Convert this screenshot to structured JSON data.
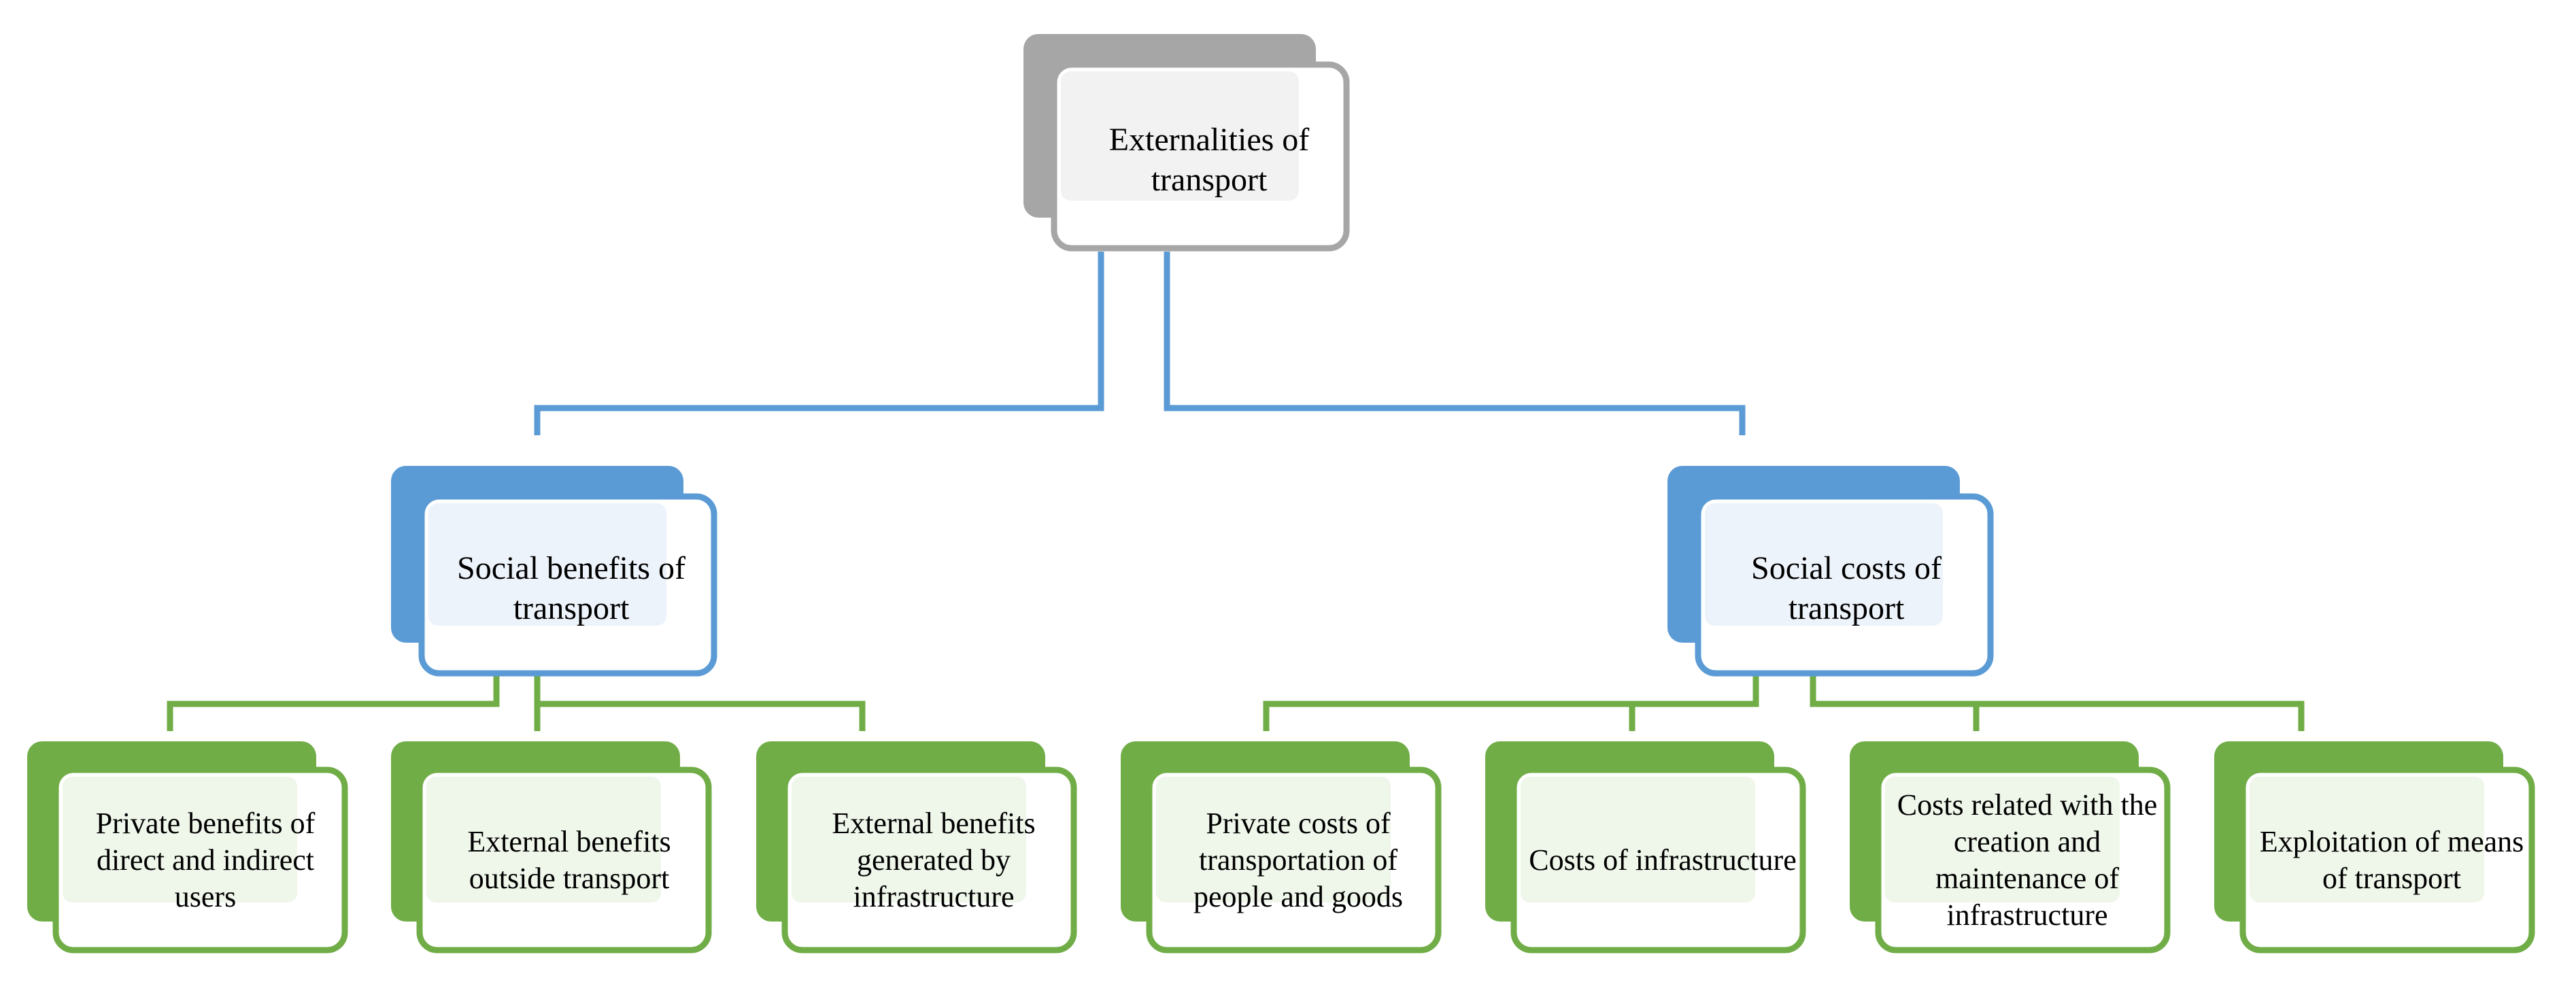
{
  "colors": {
    "root_back": "#a6a6a6",
    "root_border": "#a6a6a6",
    "root_fill": "#f2f2f2",
    "mid_back": "#5b9bd5",
    "mid_border": "#5b9bd5",
    "mid_fill": "#edf3fb",
    "leaf_back": "#70ad47",
    "leaf_border": "#70ad47",
    "leaf_fill": "#eff6ea",
    "connector_blue": "#5b9bd5",
    "connector_green": "#70ad47"
  },
  "root": {
    "label": "Externalities of transport"
  },
  "branches": [
    {
      "label": "Social benefits of transport",
      "children": [
        {
          "label": "Private benefits of direct and indirect users"
        },
        {
          "label": "External benefits outside transport"
        },
        {
          "label": "External benefits generated by infrastructure"
        }
      ]
    },
    {
      "label": "Social costs of transport",
      "children": [
        {
          "label": "Private costs of transportation of people and goods"
        },
        {
          "label": "Costs of infrastructure"
        },
        {
          "label": "Costs related with the creation and maintenance of infrastructure"
        },
        {
          "label": "Exploitation of means of transport"
        }
      ]
    }
  ]
}
